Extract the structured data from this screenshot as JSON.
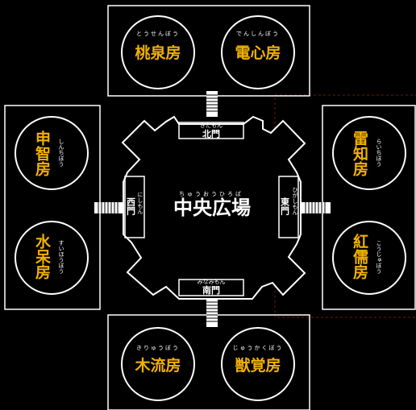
{
  "plaza": {
    "label": "中央広場",
    "ruby": "ちゅうおうひろば"
  },
  "gates": {
    "north": {
      "label": "北門",
      "ruby": "きたもん"
    },
    "south": {
      "label": "南門",
      "ruby": "みなみもん"
    },
    "east": {
      "label": "東門",
      "ruby": "ひがしもん"
    },
    "west": {
      "label": "西門",
      "ruby": "にしもん"
    }
  },
  "rooms": {
    "touSen": {
      "label": "桃泉房",
      "ruby": "とうせんぼう"
    },
    "denShin": {
      "label": "電心房",
      "ruby": "でんしんぼう"
    },
    "shinChi": {
      "label": "申智房",
      "ruby": "しんちぼう"
    },
    "suiHo": {
      "label": "水呆房",
      "ruby": "すいほうぼう"
    },
    "raiChi": {
      "label": "雷知房",
      "ruby": "らいちぼう"
    },
    "kouJu": {
      "label": "紅儒房",
      "ruby": "こうじゅぼう"
    },
    "kiRyu": {
      "label": "木流房",
      "ruby": "きりゅうぼう"
    },
    "juKaku": {
      "label": "獣覚房",
      "ruby": "じゅうかくぼう"
    }
  },
  "colors": {
    "room_label": "#f2b100",
    "line": "#ffffff",
    "background": "#000000",
    "dashed_accent": "#7a1010"
  }
}
